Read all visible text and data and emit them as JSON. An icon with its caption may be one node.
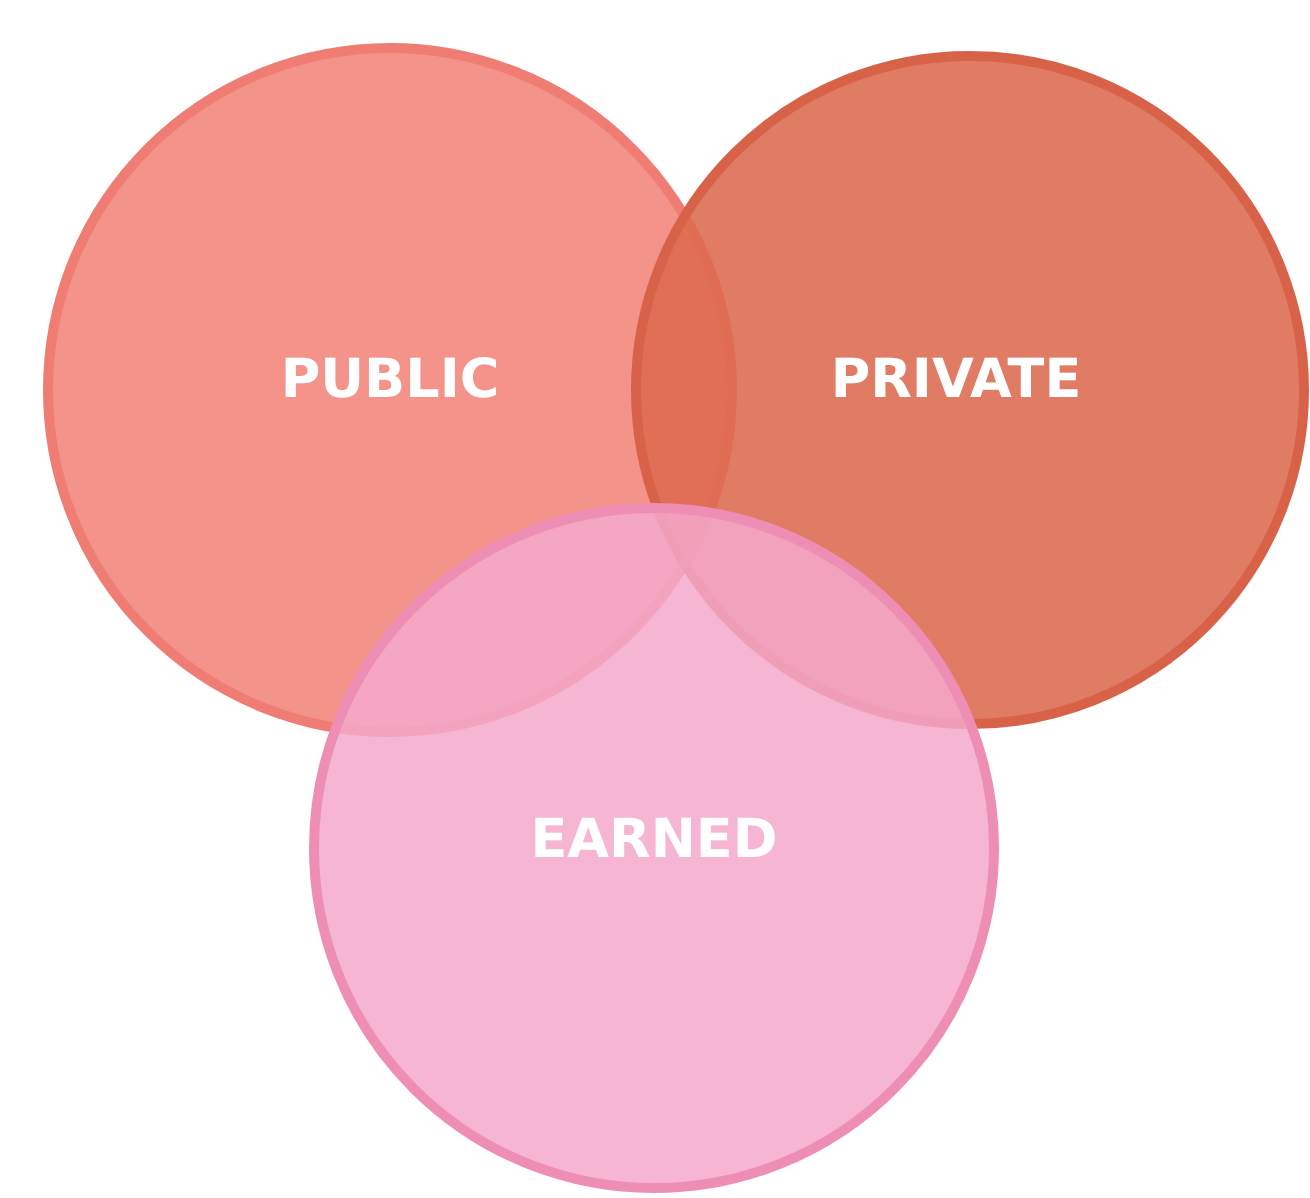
{
  "diagram": {
    "nodes": [
      {
        "text": [
          "PUBLIC"
        ]
      },
      {
        "text": [
          "PRIVATE"
        ]
      },
      {
        "text": [
          "EARNED"
        ]
      }
    ]
  }
}
